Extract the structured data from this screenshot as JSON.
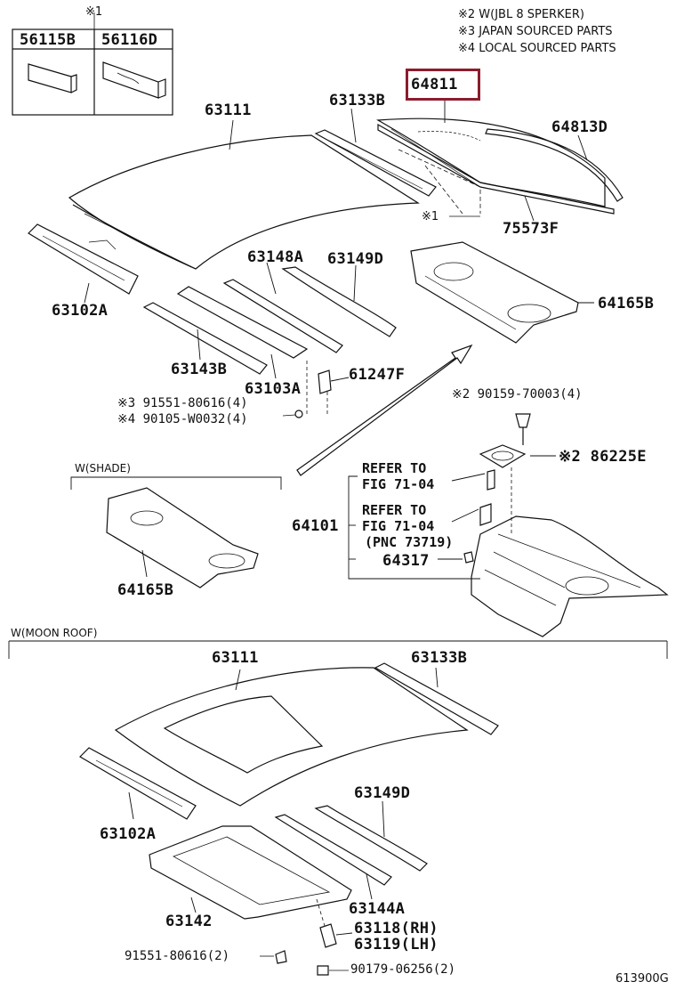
{
  "legend": {
    "kome1": "※1",
    "notes": [
      "※2 W(JBL 8 SPERKER)",
      "※3 JAPAN SOURCED PARTS",
      "※4 LOCAL SOURCED PARTS"
    ]
  },
  "table": {
    "left": "56115B",
    "right": "56116D"
  },
  "callouts": {
    "p64811": "64811",
    "p63111_top": "63111",
    "p63133B_top": "63133B",
    "p64813D": "64813D",
    "p1_top": "※1",
    "p75573F": "75573F",
    "p63102A_top": "63102A",
    "p63148A": "63148A",
    "p63149D_top": "63149D",
    "p64165B_top": "64165B",
    "p63143B": "63143B",
    "p63103A": "63103A",
    "p61247F": "61247F",
    "p91551": "※3 91551-80616(4)",
    "p90105": "※4 90105-W0032(4)",
    "p90159": "※2 90159-70003(4)",
    "p86225E": "※2 86225E",
    "refer1a": "REFER TO",
    "refer1b": "FIG 71-04",
    "refer2a": "REFER TO",
    "refer2b": "FIG 71-04",
    "refer2c": "(PNC 73719)",
    "p64101": "64101",
    "p64317": "64317",
    "p64165B_shade": "64165B",
    "p63111_moon": "63111",
    "p63133B_moon": "63133B",
    "p63102A_moon": "63102A",
    "p63149D_moon": "63149D",
    "p63142": "63142",
    "p63144A": "63144A",
    "p63118": "63118(RH)",
    "p63119": "63119(LH)",
    "p91551_moon": "91551-80616(2)",
    "p90179": "90179-06256(2)"
  },
  "sections": {
    "shade": "W(SHADE)",
    "moon_roof": "W(MOON ROOF)"
  },
  "figure_id": "613900G",
  "colors": {
    "highlight": "#8b1d2e",
    "line": "#111111"
  }
}
